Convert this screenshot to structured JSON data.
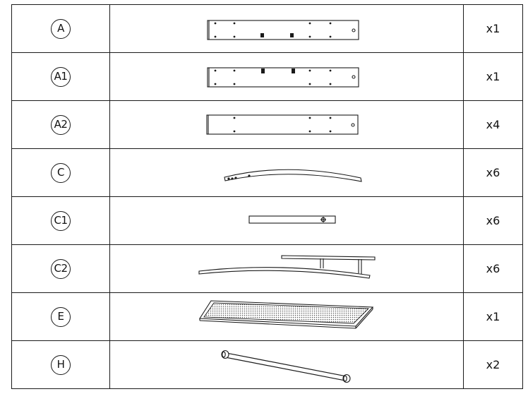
{
  "parts": [
    {
      "label": "A",
      "qty": "x1",
      "icon": "long-rail-two-notch-drawing"
    },
    {
      "label": "A1",
      "qty": "x1",
      "icon": "long-rail-two-slot-drawing"
    },
    {
      "label": "A2",
      "qty": "x4",
      "icon": "long-rail-plain-drawing"
    },
    {
      "label": "C",
      "qty": "x6",
      "icon": "curved-slat-drawing"
    },
    {
      "label": "C1",
      "qty": "x6",
      "icon": "short-bar-drawing"
    },
    {
      "label": "C2",
      "qty": "x6",
      "icon": "double-slat-frame-drawing"
    },
    {
      "label": "E",
      "qty": "x1",
      "icon": "mesh-panel-drawing"
    },
    {
      "label": "H",
      "qty": "x2",
      "icon": "dowel-rod-drawing"
    }
  ]
}
